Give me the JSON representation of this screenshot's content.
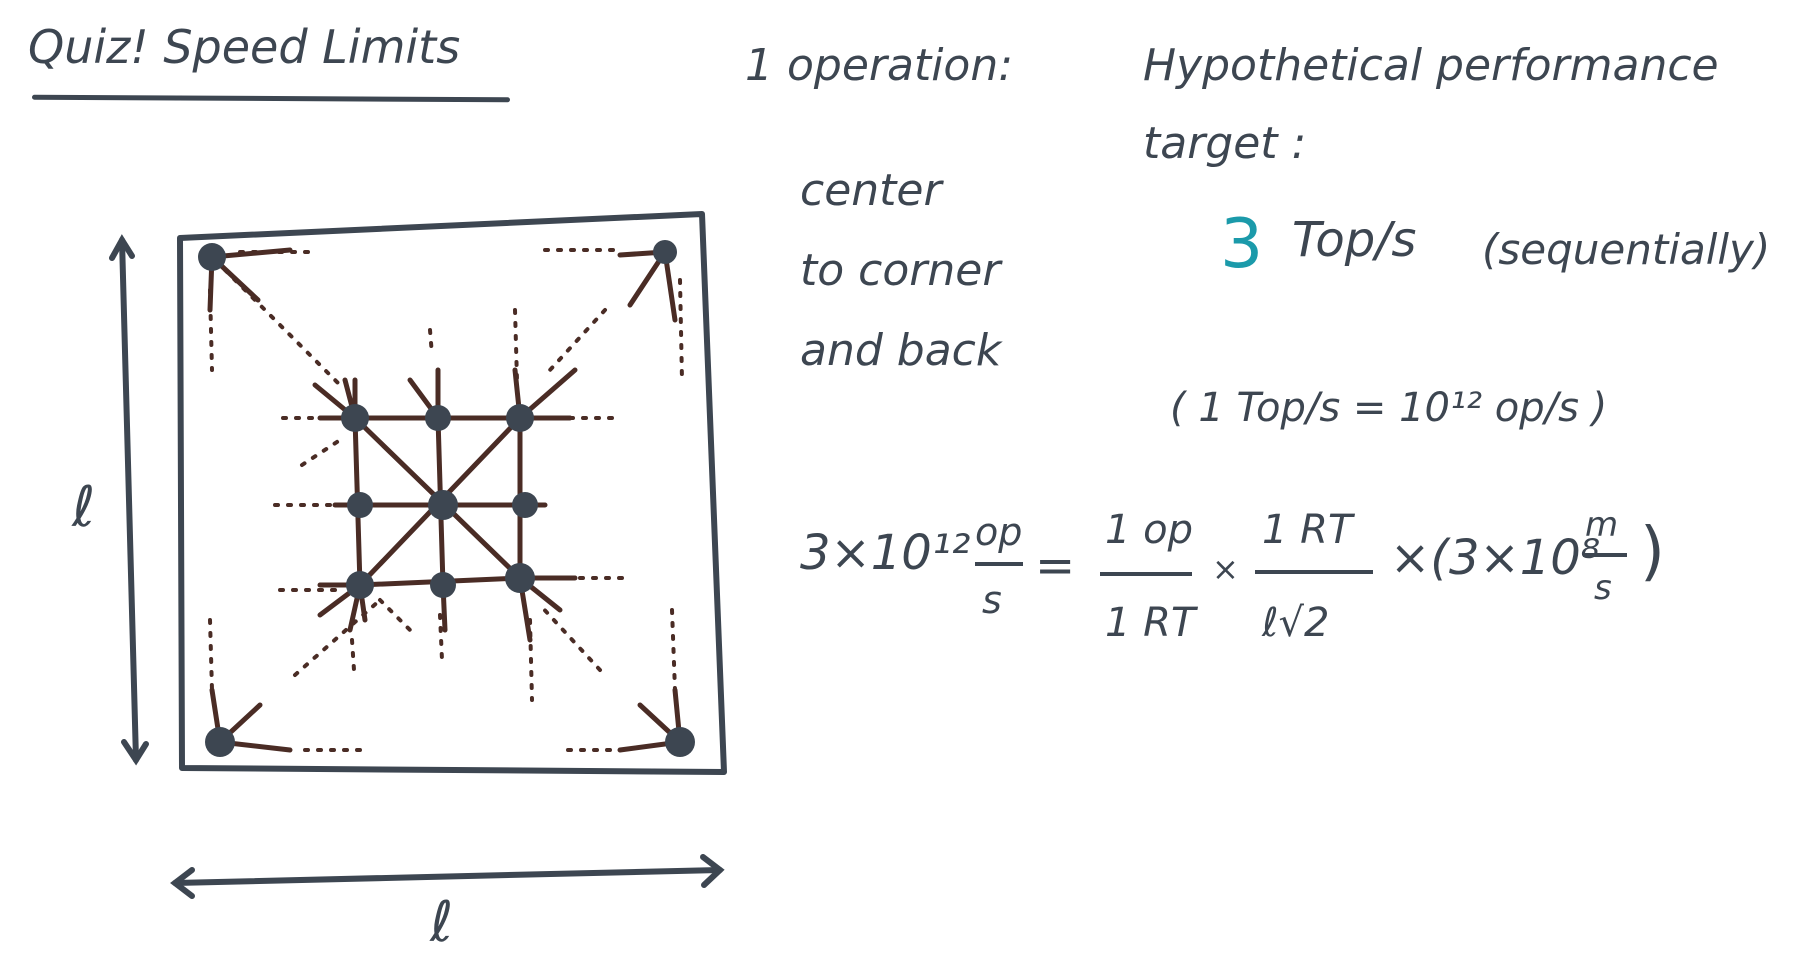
{
  "title": "Quiz! Speed Limits",
  "operation": {
    "label": "1 operation:",
    "line1": "center",
    "line2": "to corner",
    "line3": "and back"
  },
  "target": {
    "line1": "Hypothetical performance",
    "line2": "target :",
    "value": "3",
    "unit": "Top/s",
    "note": "(sequentially)",
    "accent_color": "#1b9aaa"
  },
  "conversion": "( 1 Top/s = 10¹² op/s )",
  "equation": {
    "left": "3×10¹²",
    "left_unit_num": "op",
    "left_unit_den": "s",
    "equals": "=",
    "f1_num": "1 op",
    "f1_den": "1 RT",
    "times": "×",
    "f2_num": "1 RT",
    "f2_den": "ℓ√2",
    "speed": "×(3×10⁸",
    "speed_unit_num": "m",
    "speed_unit_den": "s",
    "speed_close": ")"
  },
  "dimension_label": "ℓ",
  "colors": {
    "ink": "#3d4651",
    "wire": "#4a2c25",
    "node": "#3d4651"
  }
}
